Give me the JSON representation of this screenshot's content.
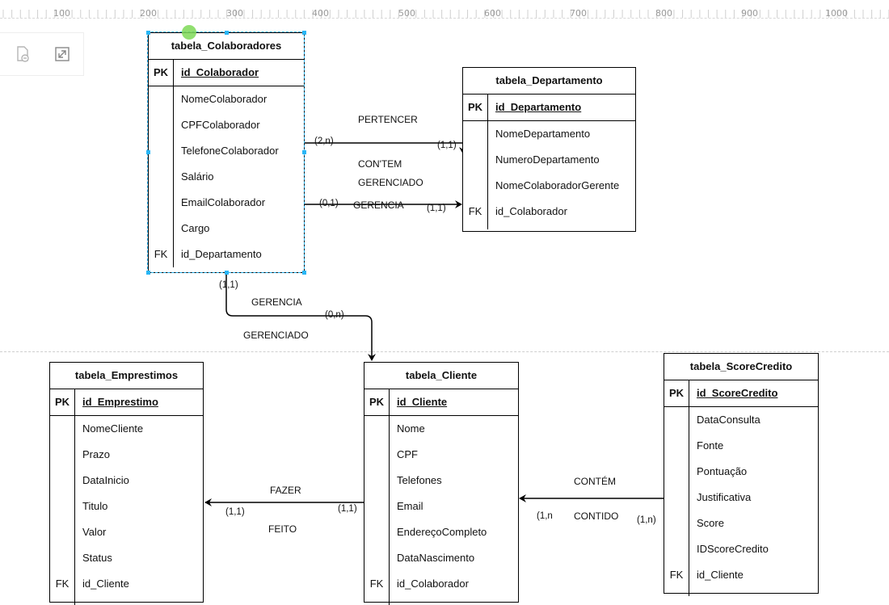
{
  "ruler": {
    "ticks": [
      "100",
      "200",
      "300",
      "400",
      "500",
      "600",
      "700",
      "800",
      "900",
      "1000"
    ]
  },
  "toolbar": {
    "icons": [
      "page-delete-icon",
      "resize-icon"
    ]
  },
  "tables": {
    "colaboradores": {
      "title": "tabela_Colaboradores",
      "pk_label": "PK",
      "pk": "id_Colaborador",
      "fields": [
        "NomeColaborador",
        "CPFColaborador",
        "TelefoneColaborador",
        "Salário",
        "EmailColaborador",
        "Cargo",
        "id_Departamento"
      ],
      "fk_label": "FK"
    },
    "departamento": {
      "title": "tabela_Departamento",
      "pk_label": "PK",
      "pk": "id_Departamento",
      "fields": [
        "NomeDepartamento",
        "NumeroDepartamento",
        "NomeColaboradorGerente",
        "id_Colaborador"
      ],
      "fk_label": "FK"
    },
    "emprestimos": {
      "title": "tabela_Emprestimos",
      "pk_label": "PK",
      "pk": "id_Emprestimo",
      "fields": [
        "NomeCliente",
        "Prazo",
        "DataInicio",
        "Titulo",
        "Valor",
        "Status",
        "id_Cliente"
      ],
      "fk_label": "FK"
    },
    "cliente": {
      "title": "tabela_Cliente",
      "pk_label": "PK",
      "pk": "id_Cliente",
      "fields": [
        "Nome",
        "CPF",
        "Telefones",
        "Email",
        "EndereçoCompleto",
        "DataNascimento",
        "id_Colaborador"
      ],
      "fk_label": "FK"
    },
    "scorecredito": {
      "title": "tabela_ScoreCredito",
      "pk_label": "PK",
      "pk": "id_ScoreCredito",
      "fields": [
        "DataConsulta",
        "Fonte",
        "Pontuação",
        "Justificativa",
        "Score",
        "IDScoreCredito",
        "id_Cliente"
      ],
      "fk_label": "FK"
    }
  },
  "relations": {
    "pertencer": {
      "label1": "PERTENCER",
      "label2": "CON'TEM",
      "card_from": "(2,n)",
      "card_to": "(1,1)"
    },
    "gerencia_dep": {
      "label1": "GERENCIADO",
      "label2": "GERENCIA",
      "card_from": "(0,1)",
      "card_to": "(1,1)"
    },
    "gerencia_cli": {
      "label1": "GERENCIA",
      "label2": "GERENCIADO",
      "card_from": "(1,1)",
      "card_to": "(0,n)"
    },
    "fazer": {
      "label1": "FAZER",
      "label2": "FEITO",
      "card_from": "(1,1)",
      "card_to": "(1,1)"
    },
    "contem": {
      "label1": "CONTÉM",
      "label2": "CONTIDO",
      "card_from": "(1,n)",
      "card_to": "(1,n"
    }
  },
  "colors": {
    "selection": "#29b6f6",
    "hover": "#7ed957"
  }
}
